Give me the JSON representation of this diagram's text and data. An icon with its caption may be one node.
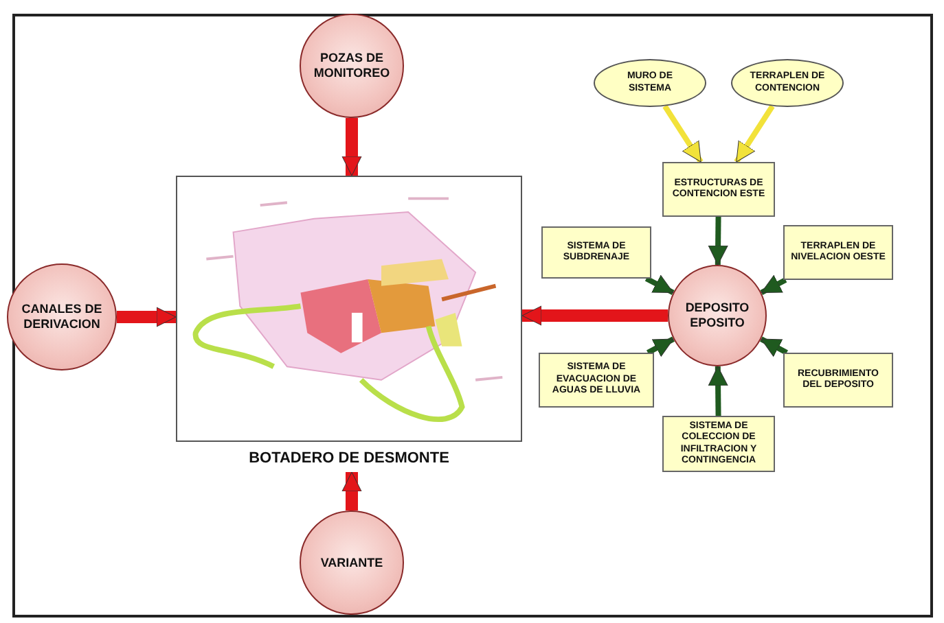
{
  "diagram": {
    "nodes": [
      {
        "text": [
          "POZAS DE MONITOREO"
        ]
      },
      {
        "text": [
          "CANALES DE DERIVACION"
        ]
      },
      {
        "text": [],
        "shape": "picture",
        "beside": [
          "BOTADERO DE DESMONTE"
        ]
      },
      {
        "text": [
          "VARIANTE"
        ]
      },
      {
        "text": [
          "MURO DE SISTEMA"
        ]
      },
      {
        "text": [
          "TERRAPLEN DE CONTENCION"
        ]
      },
      {
        "text": [
          "ESTRUCTURAS DE CONTENCION ESTE"
        ]
      },
      {
        "text": [
          "SISTEMA DE SUBDRENAJE"
        ]
      },
      {
        "text": [
          "TERRAPLEN DE NIVELACION OESTE"
        ]
      },
      {
        "text": [
          "DEPOSITO EPOSITO"
        ]
      },
      {
        "text": [
          "SISTEMA DE EVACUACION DE AGUAS DE LLUVIA"
        ]
      },
      {
        "text": [
          "RECUBRIMIENTO DEL DEPOSITO"
        ]
      },
      {
        "text": [
          "SISTEMA DE COLECCION DE INFILTRACION Y CONTINGENCIA"
        ]
      }
    ],
    "edges": [
      {
        "from": 0,
        "to": 2,
        "arrow": "to",
        "style": "thick",
        "color": "#e3151a"
      },
      {
        "from": 1,
        "to": 2,
        "arrow": "to",
        "style": "thick",
        "color": "#e3151a"
      },
      {
        "from": 3,
        "to": 2,
        "arrow": "to",
        "style": "thick",
        "color": "#e3151a"
      },
      {
        "from": 9,
        "to": 2,
        "arrow": "to",
        "style": "thick",
        "color": "#e3151a"
      },
      {
        "from": 4,
        "to": 6,
        "arrow": "to",
        "color": "#f2e23a"
      },
      {
        "from": 5,
        "to": 6,
        "arrow": "to",
        "color": "#f2e23a"
      },
      {
        "from": 6,
        "to": 9,
        "arrow": "to"
      },
      {
        "from": 7,
        "to": 9,
        "arrow": "to"
      },
      {
        "from": 8,
        "to": 9,
        "arrow": "to"
      },
      {
        "from": 10,
        "to": 9,
        "arrow": "to"
      },
      {
        "from": 11,
        "to": 9,
        "arrow": "to"
      },
      {
        "from": 12,
        "to": 9,
        "arrow": "to"
      }
    ]
  }
}
